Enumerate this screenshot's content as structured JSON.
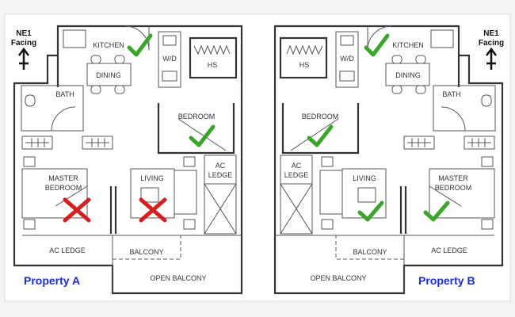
{
  "facing": {
    "line1": "NE1",
    "line2": "Facing"
  },
  "rooms": {
    "kitchen": "KITCHEN",
    "wd": "W/D",
    "hs": "HS",
    "dining": "DINING",
    "bath": "BATH",
    "bedroom": "BEDROOM",
    "ac": "AC",
    "ledge": "LEDGE",
    "master": "MASTER",
    "living": "LIVING",
    "ac_ledge": "AC LEDGE",
    "balcony": "BALCONY",
    "open_balcony": "OPEN BALCONY"
  },
  "property_a": {
    "title": "Property A",
    "good": [
      "KITCHEN",
      "BEDROOM"
    ],
    "bad": [
      "MASTER BEDROOM",
      "LIVING"
    ]
  },
  "property_b": {
    "title": "Property B",
    "good": [
      "KITCHEN",
      "BEDROOM",
      "LIVING",
      "MASTER BEDROOM"
    ]
  },
  "colors": {
    "check": "#3aa52a",
    "cross": "#d42020",
    "title": "#1a2fd0"
  }
}
